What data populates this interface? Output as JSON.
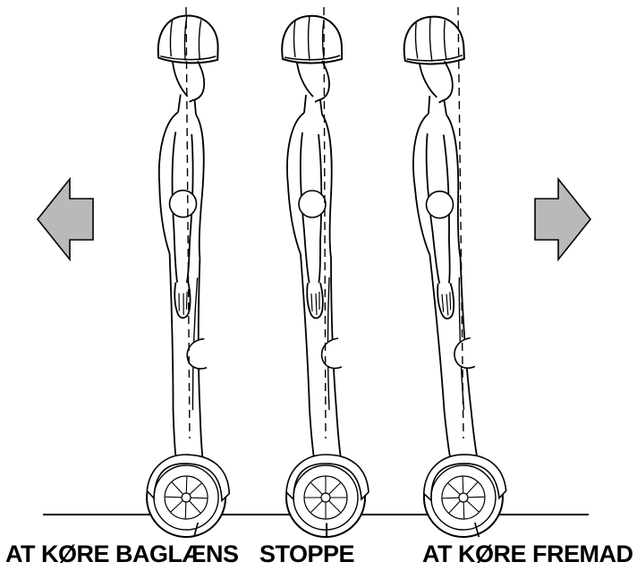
{
  "figure": {
    "labels": {
      "backward": "AT KØRE BAGLÆNS",
      "stop": "STOPPE",
      "forward": "AT KØRE FREMAD"
    },
    "tilt_marks": {
      "backward": "/",
      "stop": "I",
      "forward": "\\"
    },
    "arrows": {
      "left": "left-arrow",
      "right": "right-arrow"
    },
    "colors": {
      "line": "#000000",
      "arrow_fill": "#b9b9b9",
      "background": "#ffffff"
    }
  }
}
